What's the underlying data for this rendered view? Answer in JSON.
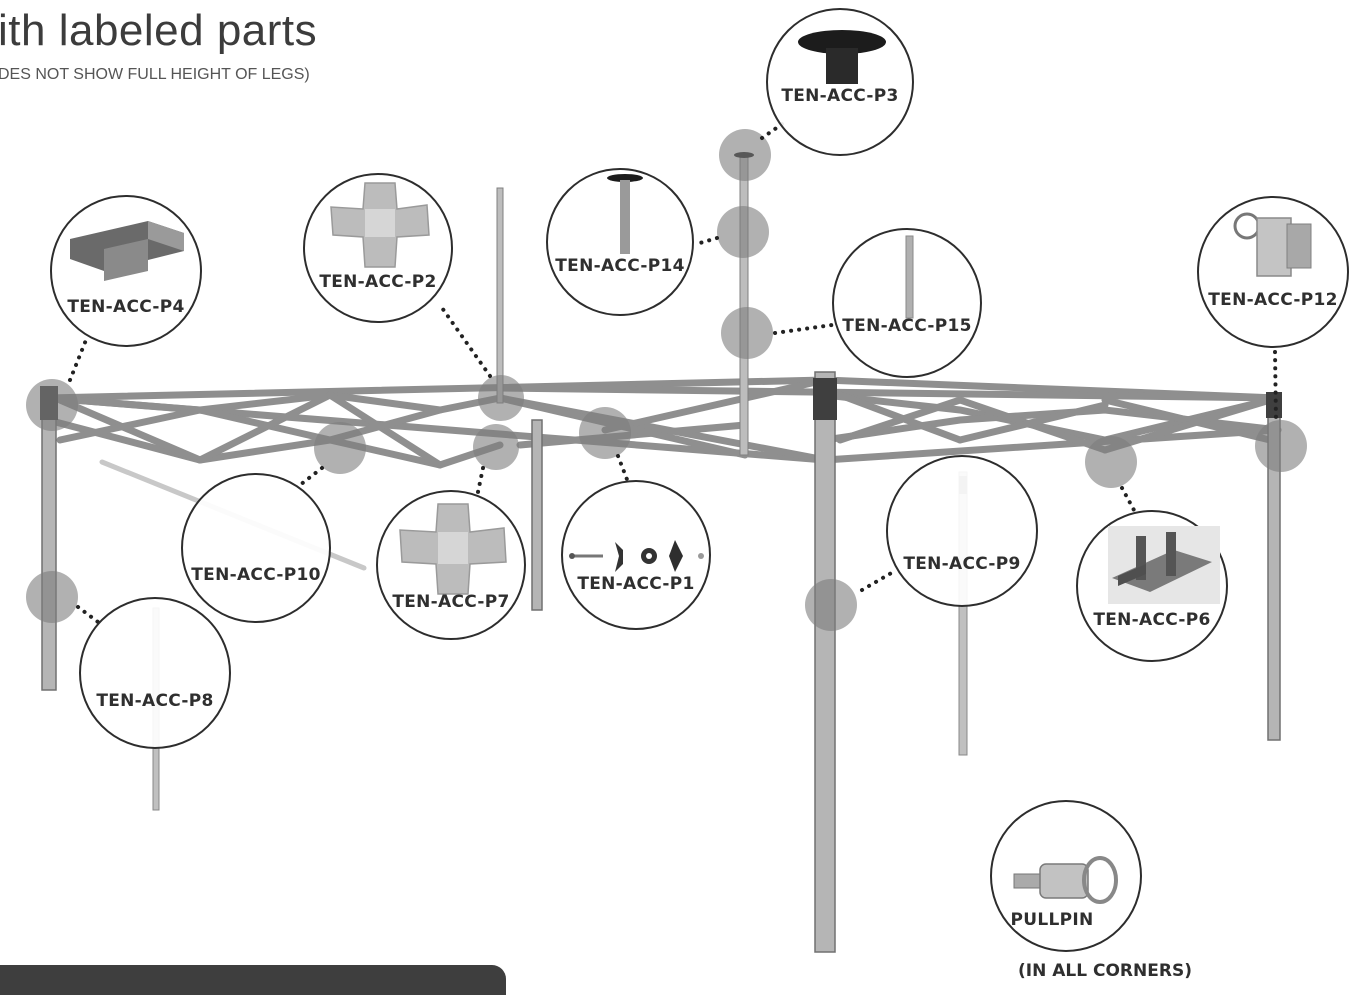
{
  "header": {
    "title": "ith labeled parts",
    "subtitle": "DES NOT SHOW FULL HEIGHT OF LEGS)"
  },
  "parts": [
    {
      "id": "p3",
      "label": "TEN-ACC-P3",
      "icon": "end-cap-icon"
    },
    {
      "id": "p14",
      "label": "TEN-ACC-P14",
      "icon": "capped-pole-icon"
    },
    {
      "id": "p2",
      "label": "TEN-ACC-P2",
      "icon": "cross-bracket-icon"
    },
    {
      "id": "p4",
      "label": "TEN-ACC-P4",
      "icon": "corner-bracket-icon"
    },
    {
      "id": "p15",
      "label": "TEN-ACC-P15",
      "icon": "pole-icon"
    },
    {
      "id": "p12",
      "label": "TEN-ACC-P12",
      "icon": "leg-slider-icon"
    },
    {
      "id": "p10",
      "label": "TEN-ACC-P10",
      "icon": "truss-bar-icon"
    },
    {
      "id": "p7",
      "label": "TEN-ACC-P7",
      "icon": "cross-bracket-icon"
    },
    {
      "id": "p1",
      "label": "TEN-ACC-P1",
      "icon": "bolt-set-icon"
    },
    {
      "id": "p9",
      "label": "TEN-ACC-P9",
      "icon": "inner-leg-icon"
    },
    {
      "id": "p6",
      "label": "TEN-ACC-P6",
      "icon": "center-bracket-icon"
    },
    {
      "id": "p8",
      "label": "TEN-ACC-P8",
      "icon": "inner-leg-icon"
    },
    {
      "id": "pullpin",
      "label": "PULLPIN",
      "icon": "pull-pin-icon"
    }
  ],
  "note": "(IN ALL CORNERS)",
  "colors": {
    "frame": "#9a9a9a",
    "frame_dark": "#5a5a5a",
    "hotspot": "#8a8a8a",
    "callout_border": "#2d2d2d"
  }
}
